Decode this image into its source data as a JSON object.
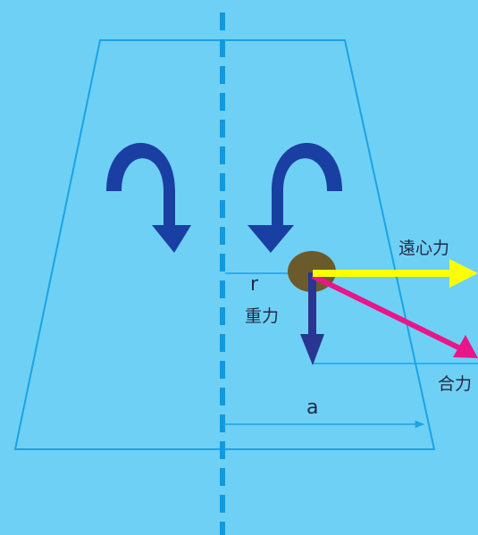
{
  "labels": {
    "centrifugal_force": "遠心力",
    "radius": "r",
    "gravity": "重力",
    "resultant_force": "合力",
    "distance_a": "a"
  },
  "colors": {
    "background": "#6fd0f5",
    "container_outline": "#1aa3e6",
    "axis": "#0e9ae0",
    "rotation_arrow": "#1a3fa3",
    "mass": "#6b5a2c",
    "centrifugal_arrow": "#ffff00",
    "gravity_arrow": "#283591",
    "resultant_arrow": "#e8168a",
    "label_text": "#1f2a44"
  },
  "icons": {
    "left_rotation": "curved-arrow-down-icon",
    "right_rotation": "curved-arrow-down-icon"
  }
}
